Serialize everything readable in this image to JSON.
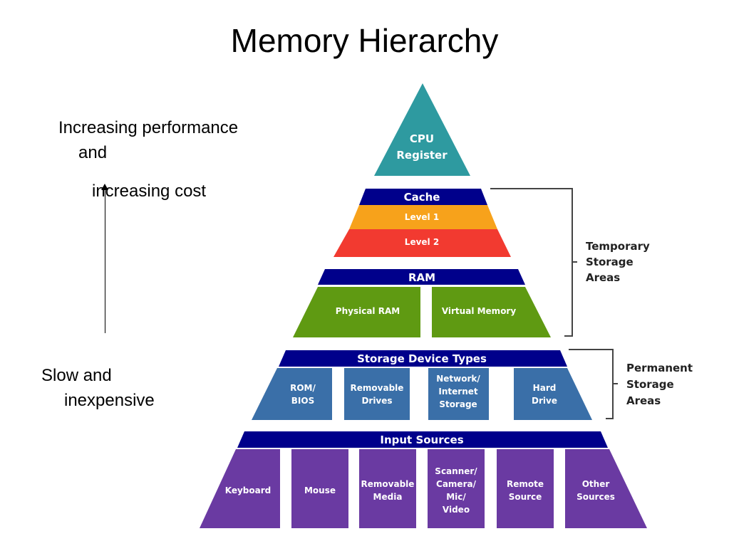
{
  "title": "Memory Hierarchy",
  "top_note": {
    "line1": "Increasing performance",
    "line2": "and",
    "line3": "increasing cost"
  },
  "bottom_note": {
    "line1": "Slow and",
    "line2": "inexpensive"
  },
  "pyramid": {
    "cpu": {
      "line1": "CPU",
      "line2": "Register"
    },
    "cache": {
      "header": "Cache",
      "level1": "Level 1",
      "level2": "Level 2"
    },
    "ram": {
      "header": "RAM",
      "physical": "Physical RAM",
      "virtual": "Virtual Memory"
    },
    "storage": {
      "header": "Storage Device Types",
      "items": [
        {
          "line1": "ROM/",
          "line2": "BIOS"
        },
        {
          "line1": "Removable",
          "line2": "Drives"
        },
        {
          "line1": "Network/",
          "line2": "Internet",
          "line3": "Storage"
        },
        {
          "line1": "Hard",
          "line2": "Drive"
        }
      ]
    },
    "input": {
      "header": "Input Sources",
      "items": [
        {
          "line1": "Keyboard"
        },
        {
          "line1": "Mouse"
        },
        {
          "line1": "Removable",
          "line2": "Media"
        },
        {
          "line1": "Scanner/",
          "line2": "Camera/",
          "line3": "Mic/",
          "line4": "Video"
        },
        {
          "line1": "Remote",
          "line2": "Source"
        },
        {
          "line1": "Other",
          "line2": "Sources"
        }
      ]
    }
  },
  "brackets": {
    "temporary": {
      "line1": "Temporary",
      "line2": "Storage",
      "line3": "Areas"
    },
    "permanent": {
      "line1": "Permanent",
      "line2": "Storage",
      "line3": "Areas"
    }
  },
  "colors": {
    "cpu": "#2e9aa0",
    "header": "#00008b",
    "level1": "#f7a21b",
    "level2": "#f23a30",
    "ram": "#5f9a12",
    "storage": "#3a6fa8",
    "input": "#6a3aa2"
  }
}
